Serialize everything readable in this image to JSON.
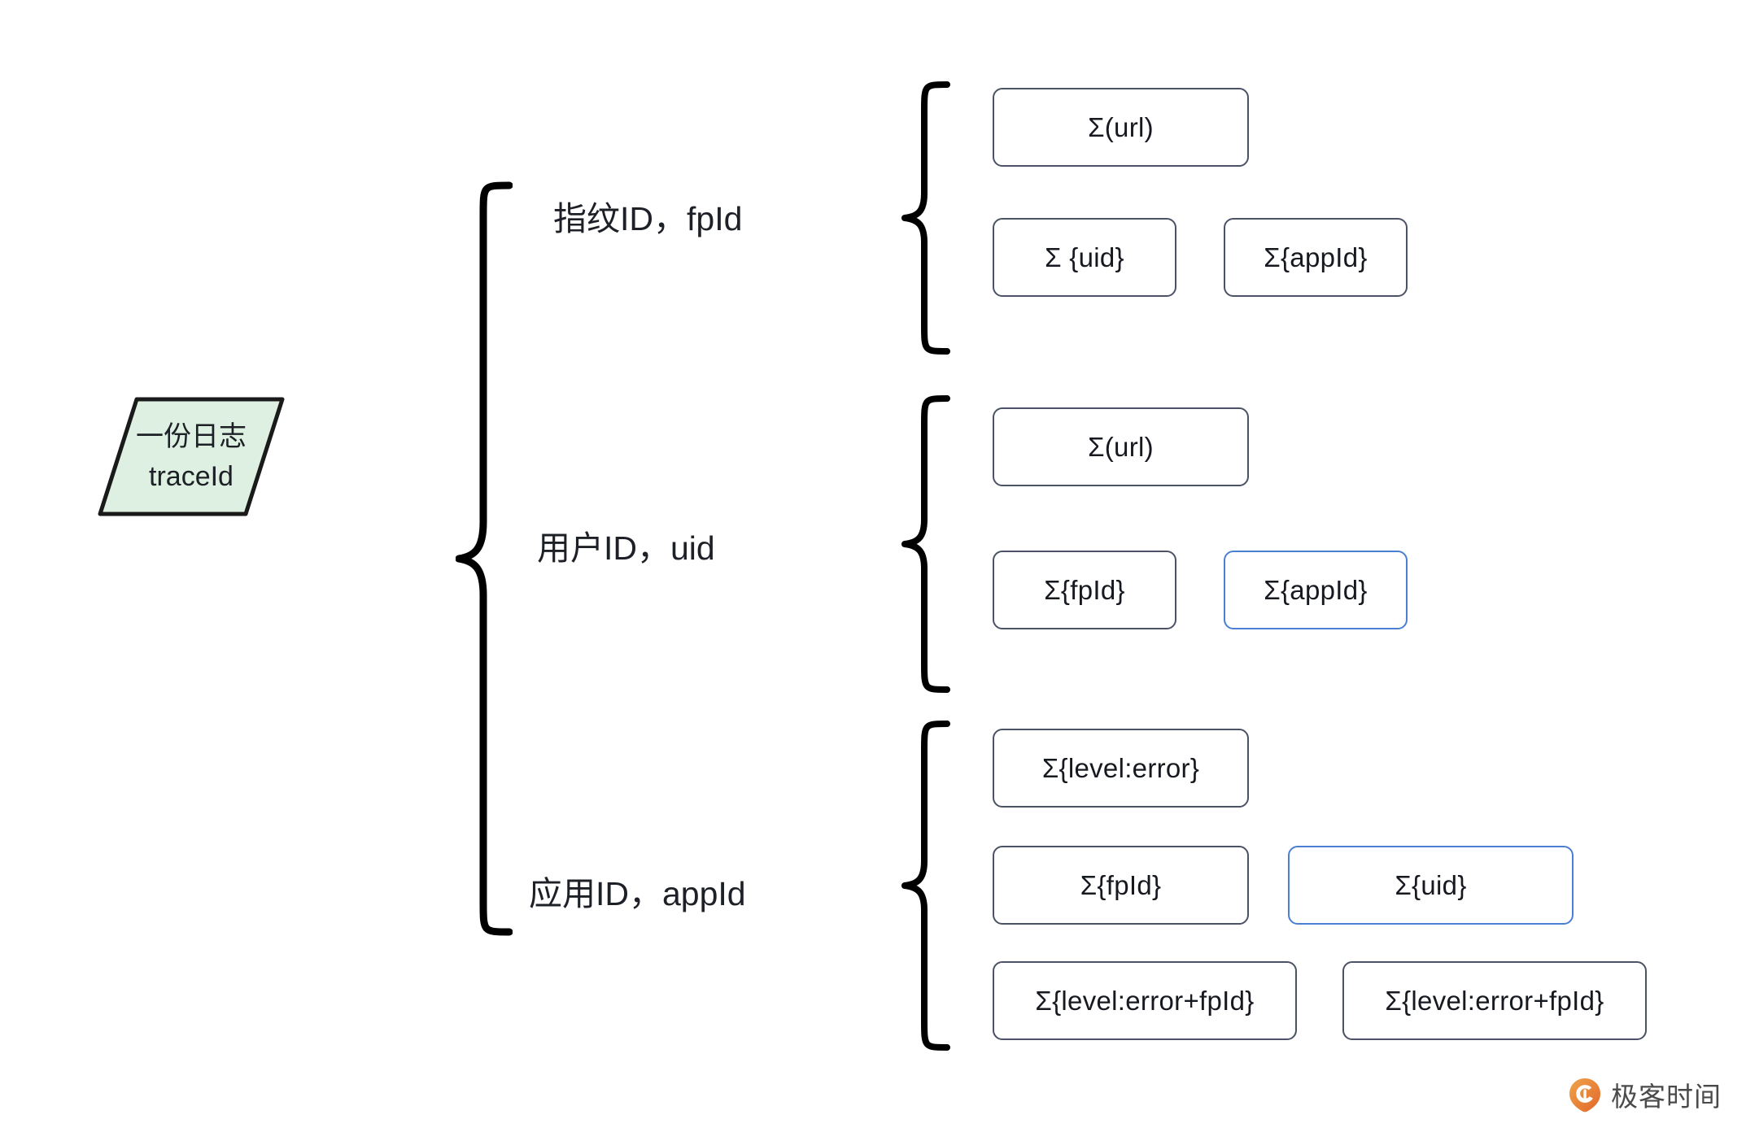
{
  "diagram": {
    "title": "log dimension aggregation fan-out",
    "source": {
      "line1": "一份日志",
      "line2": "traceId",
      "fill_color": "#ddf0e1",
      "stroke_color": "#1a1a1a"
    },
    "groups": [
      {
        "label": "指纹ID，fpId",
        "rows": [
          [
            {
              "text": "Σ(url)",
              "highlighted": false
            }
          ],
          [
            {
              "text": "Σ {uid}",
              "highlighted": false
            },
            {
              "text": "Σ{appId}",
              "highlighted": false
            }
          ]
        ]
      },
      {
        "label": "用户ID，uid",
        "rows": [
          [
            {
              "text": "Σ(url)",
              "highlighted": false
            }
          ],
          [
            {
              "text": "Σ{fpId}",
              "highlighted": false
            },
            {
              "text": "Σ{appId}",
              "highlighted": true
            }
          ]
        ]
      },
      {
        "label": "应用ID，appId",
        "rows": [
          [
            {
              "text": "Σ{level:error}",
              "highlighted": false
            }
          ],
          [
            {
              "text": "Σ{fpId}",
              "highlighted": false
            },
            {
              "text": "Σ{uid}",
              "highlighted": true
            }
          ],
          [
            {
              "text": "Σ{level:error+fpId}",
              "highlighted": false
            },
            {
              "text": "Σ{level:error+fpId}",
              "highlighted": false
            }
          ]
        ]
      }
    ],
    "colors": {
      "box_border": "#4b5265",
      "box_border_highlight": "#4a7fd4",
      "text": "#1d2026",
      "brace": "#000000",
      "watermark_orange": "#e8762c"
    },
    "watermark": {
      "text": "极客时间",
      "logo": "geektime-logo-icon"
    }
  }
}
